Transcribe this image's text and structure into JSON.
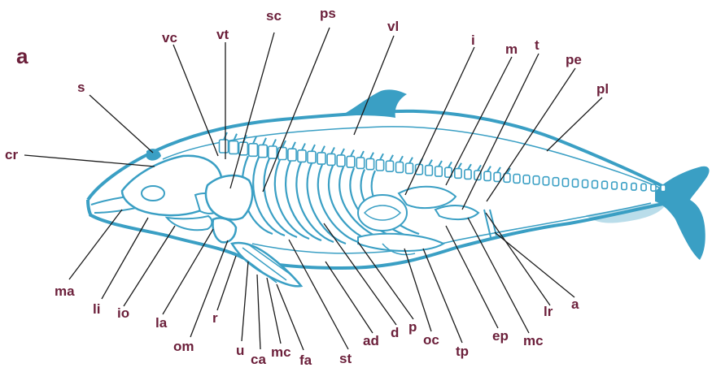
{
  "figure": {
    "panel_label": "a",
    "colors": {
      "skeleton": "#3a9fc4",
      "label": "#6b1f3a",
      "leader": "#1a1a1a"
    }
  },
  "labels": [
    {
      "id": "vc",
      "text": "vc"
    },
    {
      "id": "vt",
      "text": "vt"
    },
    {
      "id": "sc",
      "text": "sc"
    },
    {
      "id": "ps",
      "text": "ps"
    },
    {
      "id": "vl",
      "text": "vl"
    },
    {
      "id": "i",
      "text": "i"
    },
    {
      "id": "m",
      "text": "m"
    },
    {
      "id": "t",
      "text": "t"
    },
    {
      "id": "pe",
      "text": "pe"
    },
    {
      "id": "pl",
      "text": "pl"
    },
    {
      "id": "s",
      "text": "s"
    },
    {
      "id": "cr",
      "text": "cr"
    },
    {
      "id": "ma",
      "text": "ma"
    },
    {
      "id": "li",
      "text": "li"
    },
    {
      "id": "io",
      "text": "io"
    },
    {
      "id": "la",
      "text": "la"
    },
    {
      "id": "om",
      "text": "om"
    },
    {
      "id": "r",
      "text": "r"
    },
    {
      "id": "u",
      "text": "u"
    },
    {
      "id": "ca",
      "text": "ca"
    },
    {
      "id": "mc1",
      "text": "mc"
    },
    {
      "id": "fa",
      "text": "fa"
    },
    {
      "id": "st",
      "text": "st"
    },
    {
      "id": "ad",
      "text": "ad"
    },
    {
      "id": "d",
      "text": "d"
    },
    {
      "id": "p",
      "text": "p"
    },
    {
      "id": "oc",
      "text": "oc"
    },
    {
      "id": "tp",
      "text": "tp"
    },
    {
      "id": "ep",
      "text": "ep"
    },
    {
      "id": "mc2",
      "text": "mc"
    },
    {
      "id": "lr",
      "text": "lr"
    },
    {
      "id": "a",
      "text": "a"
    }
  ]
}
